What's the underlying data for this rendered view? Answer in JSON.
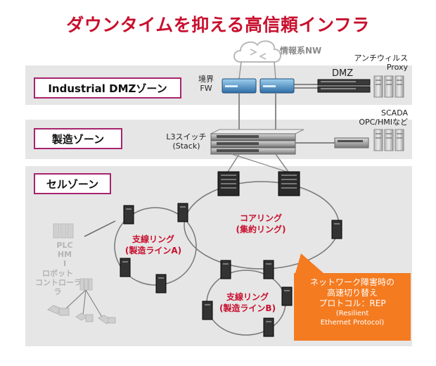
{
  "title": "ダウンタイムを抑える高信頼インフラ",
  "cloud_label": "情報系NW",
  "zones": {
    "dmz": "Industrial DMZゾーン",
    "manufacturing": "製造ゾーン",
    "cell": "セルゾーン"
  },
  "labels": {
    "border_fw_line1": "境界",
    "border_fw_line2": "FW",
    "dmz": "DMZ",
    "antivirus_line1": "アンチウィルス",
    "antivirus_line2": "Proxy",
    "scada_line1": "SCADA",
    "scada_line2": "OPC/HMIなど",
    "l3_line1": "L3スイッチ",
    "l3_line2": "(Stack)"
  },
  "rings": {
    "core_line1": "コアリング",
    "core_line2": "(集約リング)",
    "branch_a_line1": "支線リング",
    "branch_a_line2": "(製造ラインA)",
    "branch_b_line1": "支線リング",
    "branch_b_line2": "(製造ラインB)"
  },
  "field_devices": {
    "plc": "PLC",
    "hm": "HM",
    "i": "I",
    "robot": "ロボット",
    "controller": "コントローラ",
    "ra": "ラ"
  },
  "callout": {
    "line1": "ネットワーク障害時の",
    "line2": "高速切り替え",
    "line3": "プロトコル：REP",
    "line4": "(Resilient",
    "line5": "Ethernet Protocol)"
  },
  "colors": {
    "title": "#c8102e",
    "zone_border": "#a8246e",
    "band": "#e6e6e6",
    "callout": "#f47b20",
    "ring_label": "#c8102e"
  }
}
